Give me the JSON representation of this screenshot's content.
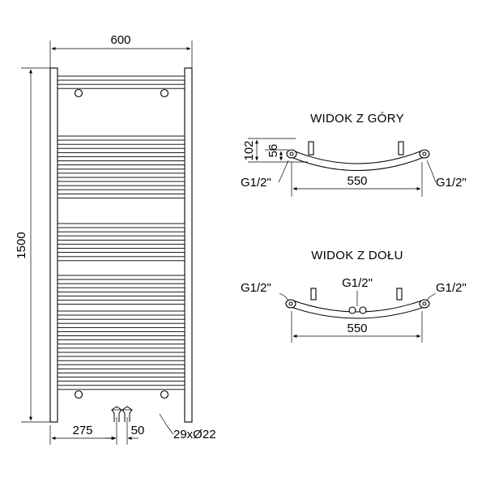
{
  "front_view": {
    "width_label": "600",
    "height_label": "1500",
    "left_offset_label": "275",
    "spacing_label": "50",
    "tubes_label": "29xØ22"
  },
  "top_view": {
    "title": "WIDOK Z GÓRY",
    "depth_label": "102",
    "mount_label": "56",
    "width_label": "550",
    "left_thread": "G1/2\"",
    "right_thread": "G1/2\""
  },
  "bottom_view": {
    "title": "WIDOK Z DOŁU",
    "left_thread": "G1/2\"",
    "center_thread": "G1/2\"",
    "right_thread": "G1/2\"",
    "width_label": "550"
  },
  "diagram": {
    "bar_count": 29,
    "bar_groups": [
      {
        "name": "group-1",
        "count": 2
      },
      {
        "name": "group-2",
        "count": 8
      },
      {
        "name": "group-3",
        "count": 5
      },
      {
        "name": "group-4",
        "count": 4
      },
      {
        "name": "group-5",
        "count": 10
      }
    ]
  }
}
